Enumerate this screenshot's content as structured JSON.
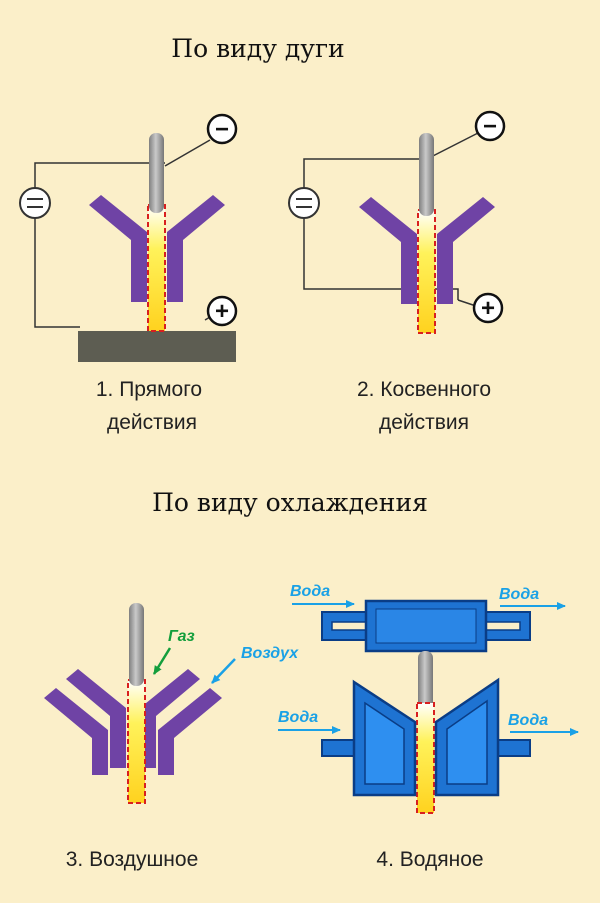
{
  "headings": {
    "arc_type": "По виду дуги",
    "cooling_type": "По виду охлаждения"
  },
  "signs": {
    "minus": "−",
    "plus": "+",
    "ac": "="
  },
  "captions": {
    "direct_line1": "1. Прямого",
    "direct_line2": "действия",
    "indirect_line1": "2. Косвенного",
    "indirect_line2": "действия",
    "air": "3. Воздушное",
    "water": "4. Водяное"
  },
  "flow_labels": {
    "gas": "Газ",
    "air": "Воздух",
    "water_top_in": "Вода",
    "water_top_out": "Вода",
    "water_bottom_in": "Вода",
    "water_bottom_out": "Вода"
  },
  "colors": {
    "background": "#fbefc9",
    "nozzle": "#6f43a5",
    "electrode": "#9a9a9a",
    "plasma": "#fff03a",
    "plasma_border": "#d81f1f",
    "workpiece": "#5d5d52",
    "water_block": "#1e73d2",
    "water_block_dark": "#0a3d86",
    "water_arrow": "#1aa1e6",
    "gas_arrow": "#139e3c",
    "wire": "#333333"
  }
}
